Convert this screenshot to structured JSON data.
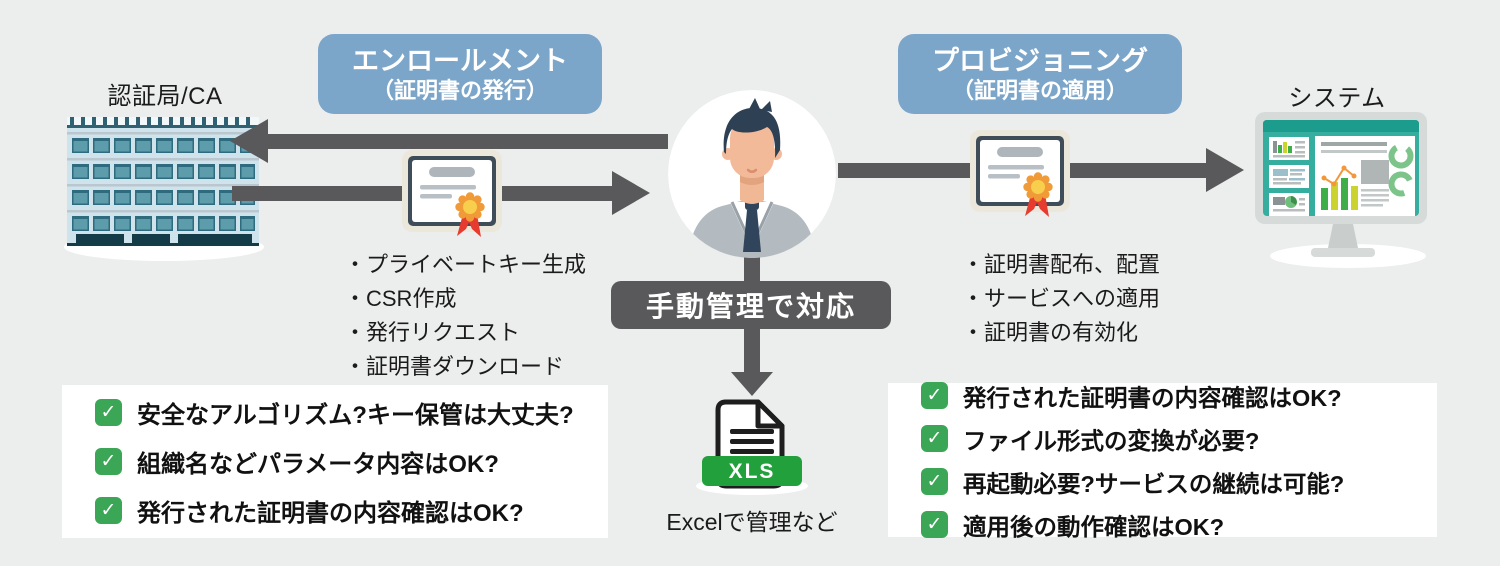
{
  "left": {
    "label": "認証局/CA"
  },
  "right": {
    "label": "システム"
  },
  "enrollment": {
    "title": "エンロールメント",
    "subtitle": "（証明書の発行）",
    "tasks": [
      "・プライベートキー生成",
      "・CSR作成",
      "・発行リクエスト",
      "・証明書ダウンロード"
    ],
    "checklist": [
      "安全なアルゴリズム?キー保管は大丈夫?",
      "組織名などパラメータ内容はOK?",
      "発行された証明書の内容確認はOK?"
    ]
  },
  "provisioning": {
    "title": "プロビジョニング",
    "subtitle": "（証明書の適用）",
    "tasks": [
      "・証明書配布、配置",
      "・サービスへの適用",
      "・証明書の有効化"
    ],
    "checklist": [
      "発行された証明書の内容確認はOK?",
      "ファイル形式の変換が必要?",
      "再起動必要?サービスの継続は可能?",
      "適用後の動作確認はOK?"
    ]
  },
  "center": {
    "manual_label": "手動管理で対応",
    "file_badge": "XLS",
    "file_caption": "Excelで管理など"
  },
  "icons": {
    "check": "✓"
  },
  "colors": {
    "background": "#ECEDED",
    "header_blue": "#7CA6C9",
    "arrow_gray": "#59595B",
    "check_green": "#3BA655",
    "xls_green": "#22A03C",
    "monitor_teal": "#35AEA0",
    "ribbon_red": "#E63B2E",
    "seal_orange": "#F09A38"
  }
}
